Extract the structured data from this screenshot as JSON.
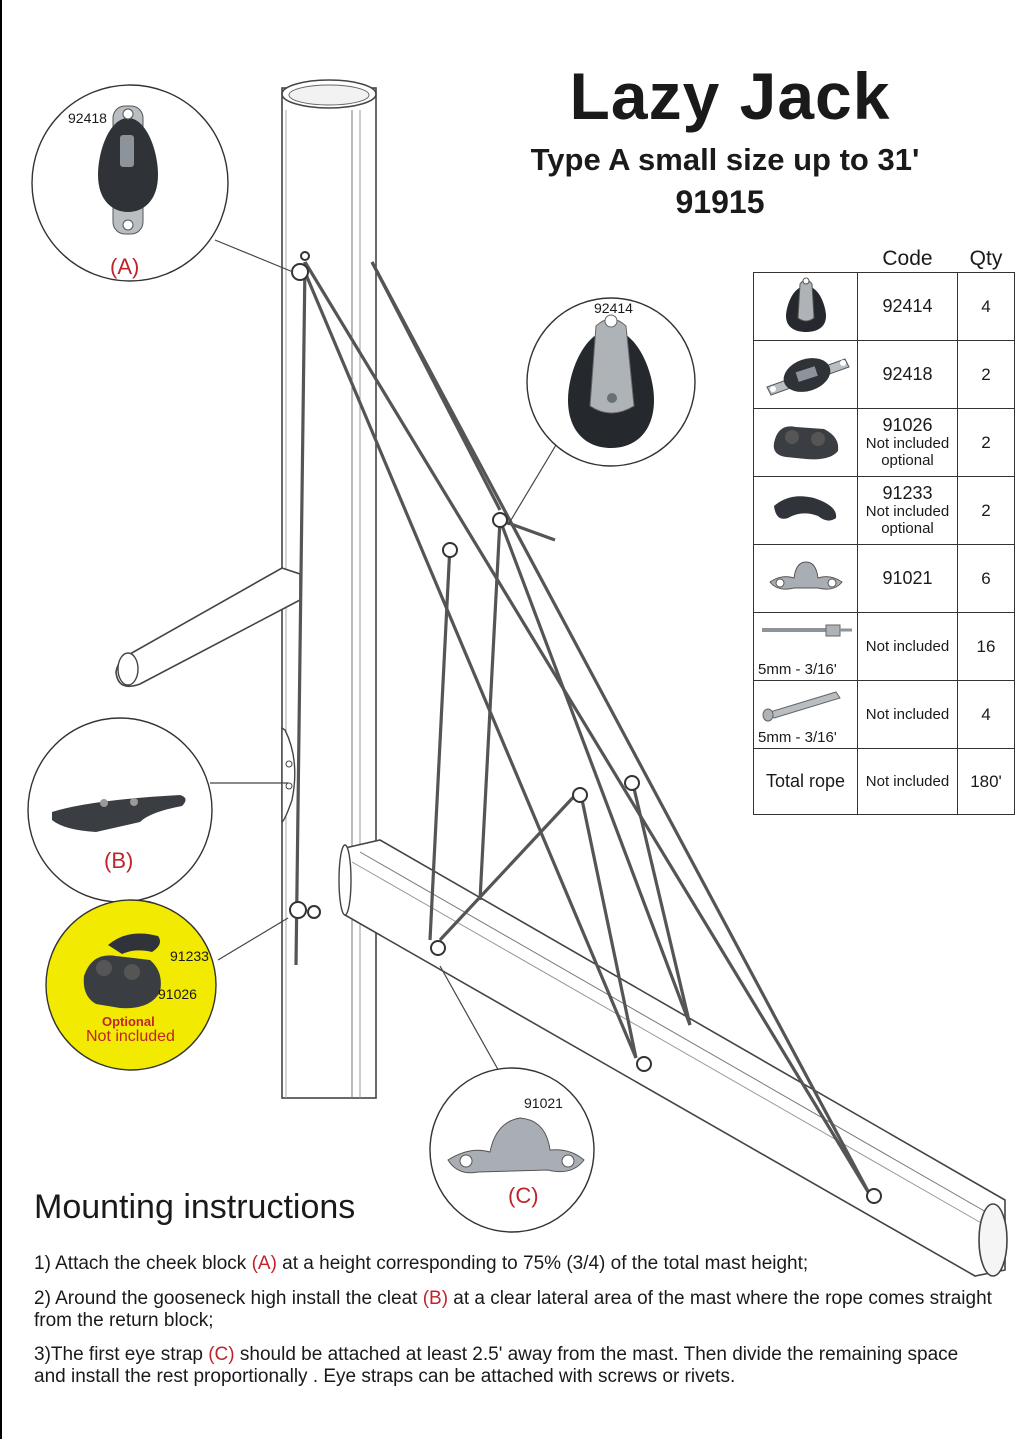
{
  "header": {
    "title": "Lazy Jack",
    "subtitle": "Type A small size up to 31'",
    "product_code": "91915"
  },
  "table": {
    "headers": {
      "code": "Code",
      "qty": "Qty"
    },
    "rows": [
      {
        "item": "single-block",
        "code": "92414",
        "note": "",
        "qty": "4"
      },
      {
        "item": "cheek-block",
        "code": "92418",
        "note": "",
        "qty": "2"
      },
      {
        "item": "cam-cleat",
        "code": "91026",
        "note": "Not included",
        "note2": "optional",
        "qty": "2"
      },
      {
        "item": "fairlead",
        "code": "91233",
        "note": "Not included",
        "note2": "optional",
        "qty": "2"
      },
      {
        "item": "eye-strap",
        "code": "91021",
        "note": "",
        "qty": "6"
      },
      {
        "item": "rivet",
        "code": "Not included",
        "size": "5mm - 3/16'",
        "qty": "16"
      },
      {
        "item": "screw",
        "code": "Not included",
        "size": "5mm - 3/16'",
        "qty": "4"
      },
      {
        "item": "rope",
        "label": "Total rope",
        "code": "Not included",
        "qty": "180'"
      }
    ]
  },
  "callouts": {
    "a": {
      "code": "92418",
      "label": "(A)"
    },
    "b": {
      "label": "(B)"
    },
    "block": {
      "code": "92414"
    },
    "optional": {
      "code1": "91233",
      "code2": "91026",
      "line1": "Optional",
      "line2": "Not included"
    },
    "c": {
      "code": "91021",
      "label": "(C)"
    }
  },
  "instructions": {
    "title": "Mounting instructions",
    "step1": {
      "pre": "1) Attach the cheek block ",
      "ref": "(A)",
      "post": " at a height corresponding to 75% (3/4) of the total mast height;"
    },
    "step2": {
      "pre": "2) Around the gooseneck high install the cleat ",
      "ref": "(B)",
      "post": "  at a clear lateral area of the mast where the rope comes straight from the return block;"
    },
    "step3": {
      "pre": "3)The first eye strap ",
      "ref": "(C)",
      "post": " should be attached at least 2.5' away from the mast. Then divide the remaining space and install the rest proportionally . Eye straps can be attached with screws or rivets."
    }
  },
  "colors": {
    "accent_red": "#c0242c",
    "optional_bg": "#f2ea00",
    "metal": "#aeb3b8",
    "dark": "#2f3338"
  }
}
